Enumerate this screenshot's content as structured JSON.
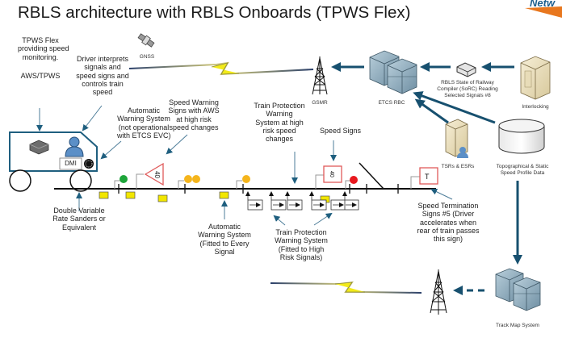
{
  "title": "RBLS architecture with RBLS Onboards (TPWS Flex)",
  "logo": {
    "text": "Netw"
  },
  "labels": {
    "tpws_flex": [
      "TPWS Flex",
      "providing speed",
      "monitoring."
    ],
    "aws_tpws": "AWS/TPWS",
    "driver_interprets": [
      "Driver interprets",
      "signals and",
      "speed signs and",
      "controls train",
      "speed"
    ],
    "gnss": "GNSS",
    "aws_not_operational": [
      "Automatic",
      "Warning System",
      "(not operational",
      "with ETCS EVC)"
    ],
    "speed_warning_signs": [
      "Speed Warning",
      "Signs with AWS",
      "at high risk",
      "speed changes"
    ],
    "tpws_high_risk_speed": [
      "Train Protection",
      "Warning",
      "System at high",
      "risk speed",
      "changes"
    ],
    "gsmr": "GSMR",
    "etcs_rbc": "ETCS RBC",
    "sorc": [
      "RBLS State of Railway",
      "Compiler (SoRC) Reading",
      "Selected Signals #8"
    ],
    "interlocking": "Interlocking",
    "speed_signs": "Speed Signs",
    "tsrs_esrs": "TSRs & ESRs",
    "topo_data": [
      "Topographical & Static",
      "Speed Profile Data"
    ],
    "dmi": "DMI",
    "sanders": [
      "Double Variable",
      "Rate Sanders or",
      "Equivalent"
    ],
    "aws_every_signal": [
      "Automatic",
      "Warning System",
      "(Fitted to Every",
      "Signal"
    ],
    "tpws_high_risk_signals": [
      "Train Protection",
      "Warning System",
      "(Fitted to High",
      "Risk Signals)"
    ],
    "speed_termination": [
      "Speed Termination",
      "Signs #5 (Driver",
      "accelerates when",
      "rear of train passes",
      "this sign)"
    ],
    "track_map": "Track Map System"
  },
  "signs": {
    "speed_warning_value": "40",
    "speed_sign_value": "40",
    "termination_symbol": "T"
  },
  "colors": {
    "arrow": "#1f5f7f",
    "signal_green": "#1ea53a",
    "signal_yellow": "#f5b51c",
    "signal_red": "#e8191f",
    "aws_magnet": "#f2e600",
    "sign_red": "#e05a5a",
    "lightning": "#f2ea1a"
  }
}
